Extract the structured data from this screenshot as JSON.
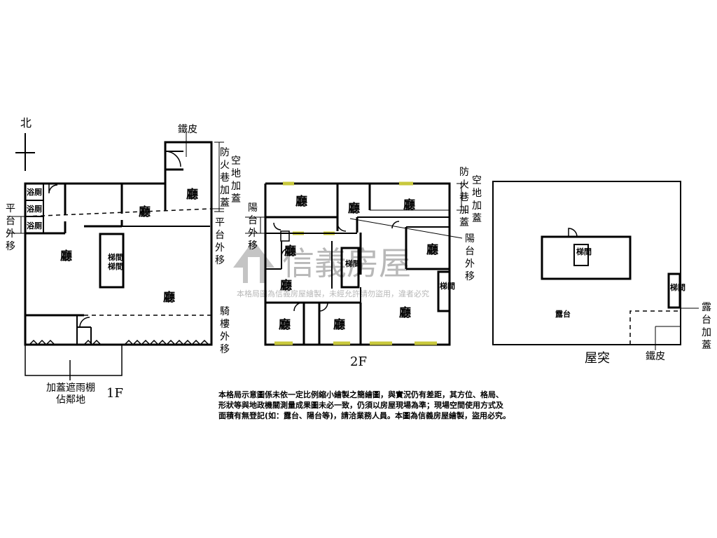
{
  "compass": {
    "north": "北"
  },
  "floor_1": {
    "label": "1F",
    "rooms": {
      "bath_1": "浴厕",
      "bath_2": "浴厕",
      "bath_3": "浴厕",
      "hall_top": "廳",
      "hall_top_right": "廳",
      "hall_left": "廳",
      "hall_main": "廳"
    },
    "stairs": "梯間",
    "annotations": {
      "iron_sheet": "鐵皮",
      "firelane_cover": [
        "防",
        "火",
        "巷",
        "加",
        "蓋"
      ],
      "open_space_cover": [
        "空",
        "地",
        "加",
        "蓋"
      ],
      "platform_left": [
        "平",
        "台",
        "外",
        "移"
      ],
      "platform_right": [
        "平",
        "台",
        "外",
        "移"
      ],
      "arcade": [
        "騎",
        "樓",
        "外",
        "移"
      ],
      "canopy_line1": "加蓋遮雨棚",
      "canopy_line2": "佔鄰地"
    }
  },
  "floor_2": {
    "label": "2F",
    "rooms": {
      "r1": "廳",
      "r2": "廳",
      "r3": "廳",
      "r4": "廳",
      "r5": "廳",
      "r6": "廳",
      "r7": "廳",
      "r8": "廳",
      "r9": "廳"
    },
    "stairs_1": "梯間",
    "stairs_2": "梯間",
    "annotations": {
      "firelane_cover": [
        "防",
        "火",
        "巷",
        "加",
        "蓋"
      ],
      "open_space_cover": [
        "空",
        "地",
        "加",
        "蓋"
      ],
      "balcony_left": [
        "陽",
        "台",
        "外",
        "移"
      ],
      "balcony_right": [
        "陽",
        "台",
        "外",
        "移"
      ]
    }
  },
  "roof": {
    "label": "屋突",
    "stairs_1": "梯間",
    "stairs_2": "梯間",
    "terrace": "露台",
    "iron_sheet": "鐵皮",
    "terrace_cover": [
      "露",
      "台",
      "加",
      "蓋"
    ]
  },
  "watermark": {
    "brand": "信義房屋",
    "notice": "本格局圖為信義房屋繪製，未經允許請勿盜用，違者必究"
  },
  "disclaimer": [
    "本格局示意圖係未依一定比例縮小繪製之簡繪圖，與實況仍有差距，其方位、格局、",
    "形狀等與地政機關測量成果圖未必一致，仍須以房屋現場為準；現場空間使用方式及",
    "面積有無登記(如：露台、陽台等)，請洽業務人員。本圖為信義房屋繪製，盜用必究。"
  ],
  "colors": {
    "wall": "#000000",
    "window": "#c8c83c",
    "watermark": "#b8b8b8"
  }
}
